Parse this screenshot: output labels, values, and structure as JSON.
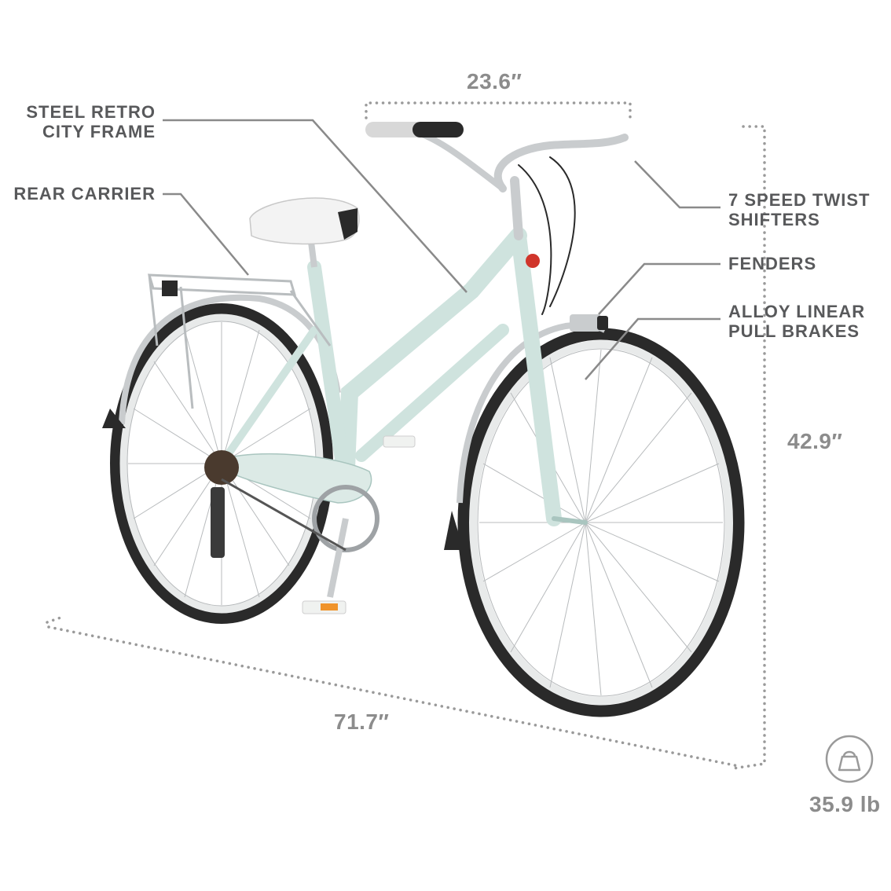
{
  "callouts": [
    {
      "id": "frame",
      "line1": "STEEL RETRO",
      "line2": "CITY FRAME"
    },
    {
      "id": "carrier",
      "line1": "REAR CARRIER",
      "line2": ""
    },
    {
      "id": "shifters",
      "line1": "7 SPEED TWIST",
      "line2": "SHIFTERS"
    },
    {
      "id": "fenders",
      "line1": "FENDERS",
      "line2": ""
    },
    {
      "id": "brakes",
      "line1": "ALLOY LINEAR",
      "line2": "PULL BRAKES"
    }
  ],
  "dimensions": {
    "handlebar_width": "23.6″",
    "height": "42.9″",
    "length": "71.7″",
    "weight": "35.9 lb"
  },
  "icons": {
    "weight": "weight-bag-icon"
  },
  "colors": {
    "frame": "#cfe3de",
    "frame_shadow": "#a9c5bf",
    "tire": "#2a2a2a",
    "rim": "#e8eaea",
    "chrome": "#c9ccce",
    "label_text": "#58595b",
    "dimension_text": "#8c8c8c",
    "leader_line": "#8a8a8a",
    "dotted_line": "#9a9a9a",
    "accent_orange": "#f0932b"
  }
}
